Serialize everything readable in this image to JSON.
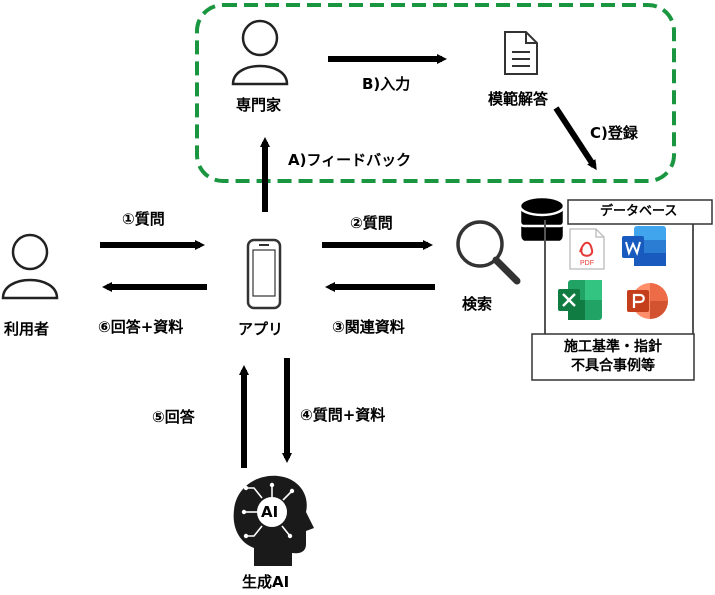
{
  "expert": {
    "label": "専門家"
  },
  "model_answer": {
    "label": "模範解答"
  },
  "user": {
    "label": "利用者"
  },
  "app": {
    "label": "アプリ"
  },
  "search": {
    "label": "検索"
  },
  "ai": {
    "label": "生成AI",
    "badge": "AI"
  },
  "database": {
    "label": "データベース",
    "contents_line1": "施工基準・指針",
    "contents_line2": "不具合事例等",
    "file_icons": [
      "pdf-icon",
      "word-icon",
      "excel-icon",
      "powerpoint-icon"
    ],
    "pdf_text": "PDF"
  },
  "flows": {
    "a_feedback": "A)フィードバック",
    "b_input": "B)入力",
    "c_register": "C)登録",
    "q1": "①質問",
    "q2": "②質問",
    "r3": "③関連資料",
    "q4": "④質問+資料",
    "a5": "⑤回答",
    "a6": "⑥回答+資料"
  },
  "colors": {
    "dashed_border": "#1a9641",
    "arrow": "#000000",
    "word": "#2b579a",
    "excel": "#217346",
    "powerpoint": "#d24726",
    "pdf": "#e53935"
  }
}
